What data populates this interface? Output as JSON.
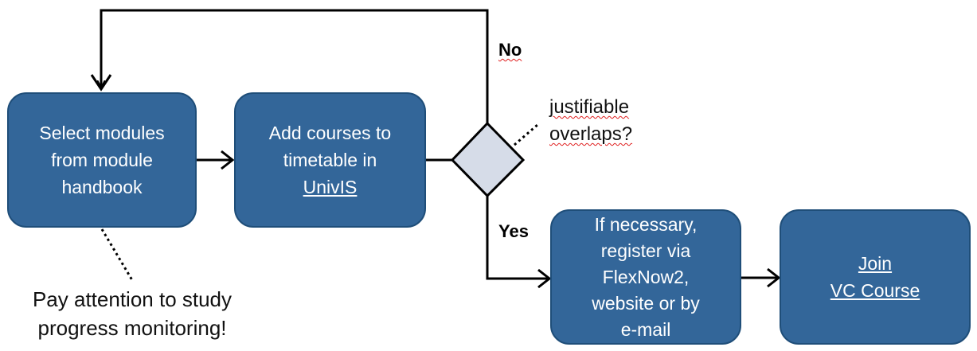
{
  "nodes": {
    "select_modules": [
      "Select modules",
      "from module",
      "handbook"
    ],
    "add_courses": [
      "Add courses to",
      "timetable in",
      "UnivIS"
    ],
    "register": [
      "If necessary,",
      "register via",
      "FlexNow2,",
      "website or by",
      "e-mail"
    ],
    "join": [
      "Join",
      "VC Course"
    ]
  },
  "decision": {
    "text": [
      "justifiable",
      "overlaps?"
    ],
    "no": "No",
    "yes": "Yes"
  },
  "note": [
    "Pay attention to study",
    "progress monitoring!"
  ],
  "colors": {
    "box_fill": "#336699",
    "box_border": "#1f4e79",
    "diamond_fill": "#d6dce8",
    "line": "#000000"
  }
}
